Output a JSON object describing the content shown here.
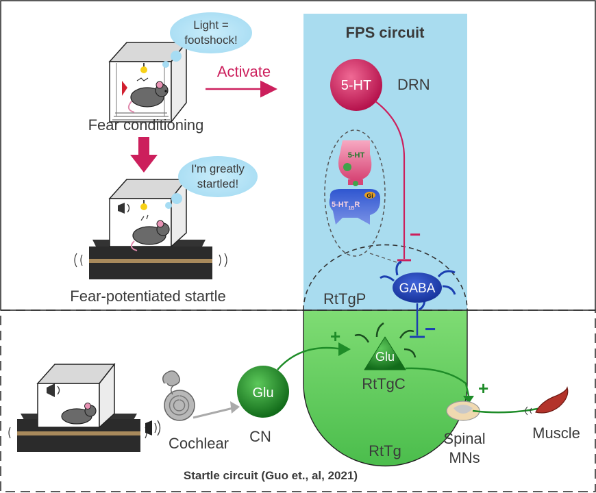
{
  "top_panel": {
    "bubble_1": [
      "Light =",
      "footshock!"
    ],
    "bubble_2": [
      "I'm greatly",
      "startled!"
    ],
    "fear_conditioning_label": "Fear conditioning",
    "fps_label": "Fear-potentiated startle",
    "activate_label": "Activate"
  },
  "fps_circuit": {
    "title": "FPS circuit",
    "drn_neuron": "5-HT",
    "drn_label": "DRN",
    "synapse": {
      "transmitter": "5-HT",
      "gi": "Gi",
      "receptor": "5-HT",
      "receptor_sub": "1B",
      "receptor_suffix": "R"
    },
    "inhibit_sign_1": "−",
    "gaba_neuron": "GABA",
    "rttgp_label": "RtTgP",
    "inhibit_sign_2": "−"
  },
  "startle_circuit": {
    "caption": "Startle circuit (Guo et., al, 2021)",
    "cochlear_label": "Cochlear",
    "cn_neuron": "Glu",
    "cn_label": "CN",
    "plus_1": "+",
    "rttgc_neuron": "Glu",
    "rttgc_label": "RtTgC",
    "rttg_label": "RtTg",
    "plus_2": "+",
    "spinal_label": [
      "Spinal",
      "MNs"
    ],
    "muscle_label": "Muscle"
  },
  "colors": {
    "magenta": "#cc1f5c",
    "fps_bg": "#a9dcef",
    "gaba_blue": "#1b3fb0",
    "glu_green": "#1e8c28",
    "startle_green": "#6fd26a",
    "box_dark": "#2b2b2b"
  }
}
